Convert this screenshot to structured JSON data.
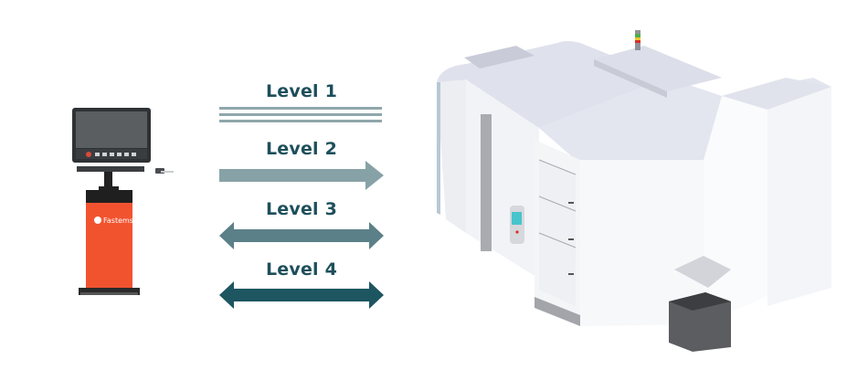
{
  "diagram": {
    "levels": [
      {
        "label": "Level 1",
        "connector": "three-parallel-lines",
        "color": "#8fa7ac"
      },
      {
        "label": "Level 2",
        "connector": "one-way-arrow-right",
        "color": "#87a2a6"
      },
      {
        "label": "Level 3",
        "connector": "two-way-arrow",
        "color": "#5b8088"
      },
      {
        "label": "Level 4",
        "connector": "two-way-arrow",
        "color": "#1d5561"
      }
    ],
    "left_device": {
      "name": "control-station",
      "brand_label": "Fastems",
      "cabinet_color": "#f2532f"
    },
    "right_device": {
      "name": "machine-tool",
      "body_color": "#e6e8f0",
      "signal_tower_colors": [
        "#4caf50",
        "#f2c230",
        "#d9302a"
      ]
    }
  }
}
